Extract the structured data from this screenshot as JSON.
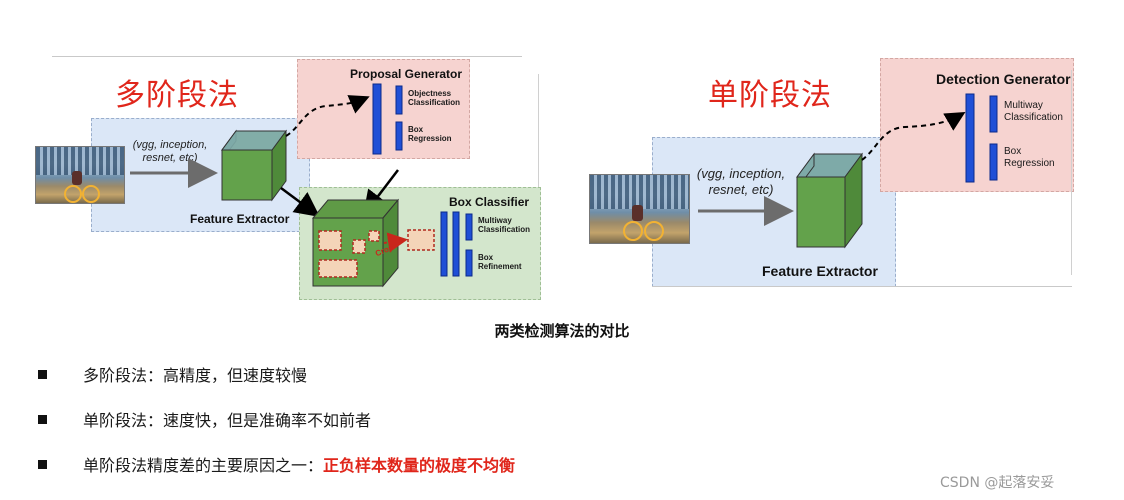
{
  "multi_stage": {
    "title": "多阶段法",
    "proposal_generator": {
      "title": "Proposal Generator",
      "objectness_label": "Objectness\nClassification",
      "box_regression_label": "Box\nRegression"
    },
    "backbone_label": "(vgg, inception,\nresnet, etc)",
    "feature_extractor_label": "Feature Extractor",
    "box_classifier": {
      "title": "Box Classifier",
      "crop_label": "Crop",
      "multiway_label": "Multiway\nClassification",
      "refinement_label": "Box\nRefinement"
    }
  },
  "single_stage": {
    "title": "单阶段法",
    "detection_generator": {
      "title": "Detection Generator",
      "multiway_label": "Multiway\nClassification",
      "box_regression_label": "Box\nRegression"
    },
    "backbone_label": "(vgg, inception,\nresnet, etc)",
    "feature_extractor_label": "Feature Extractor"
  },
  "caption": "两类检测算法的对比",
  "bullets": [
    {
      "text": "多阶段法：高精度，但速度较慢"
    },
    {
      "text": "单阶段法：速度快，但是准确率不如前者"
    },
    {
      "text": "单阶段法精度差的主要原因之一：",
      "highlight": "正负样本数量的极度不均衡"
    }
  ],
  "watermark": "CSDN @起落安妥",
  "colors": {
    "title_red": "#e0261b",
    "feature_panel_blue": "#dbe7f7",
    "proposal_panel_pink": "#f6d3d0",
    "classifier_panel_green": "#d3e6cc",
    "cube_green": "#63a24b",
    "cube_top_teal": "#7eaaa8",
    "bar_blue": "#1f4fd6"
  }
}
